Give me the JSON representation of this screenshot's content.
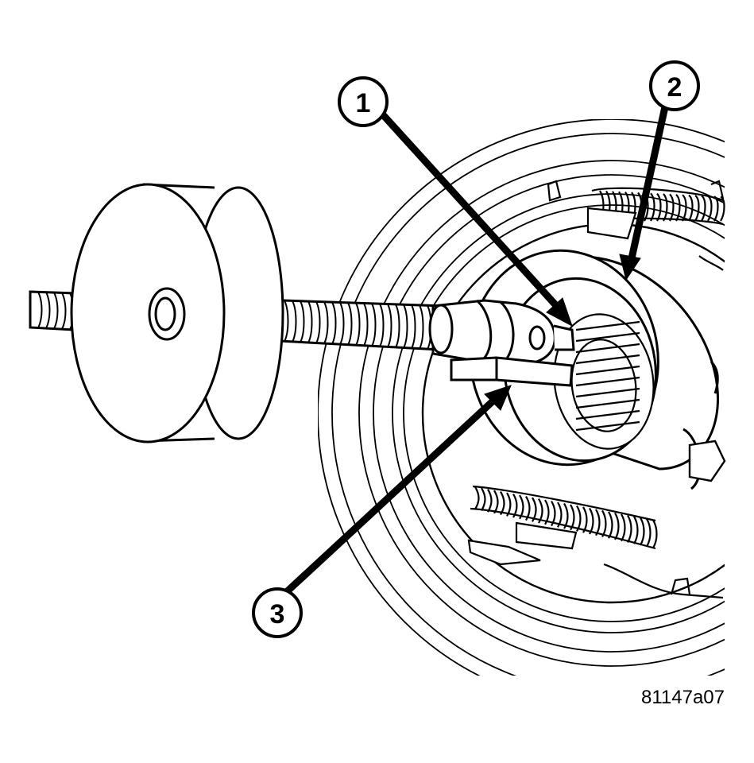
{
  "callouts": [
    {
      "label": "1"
    },
    {
      "label": "2"
    },
    {
      "label": "3"
    }
  ],
  "figure_id": "81147a07",
  "colors": {
    "line": "#000000",
    "background": "#ffffff"
  }
}
